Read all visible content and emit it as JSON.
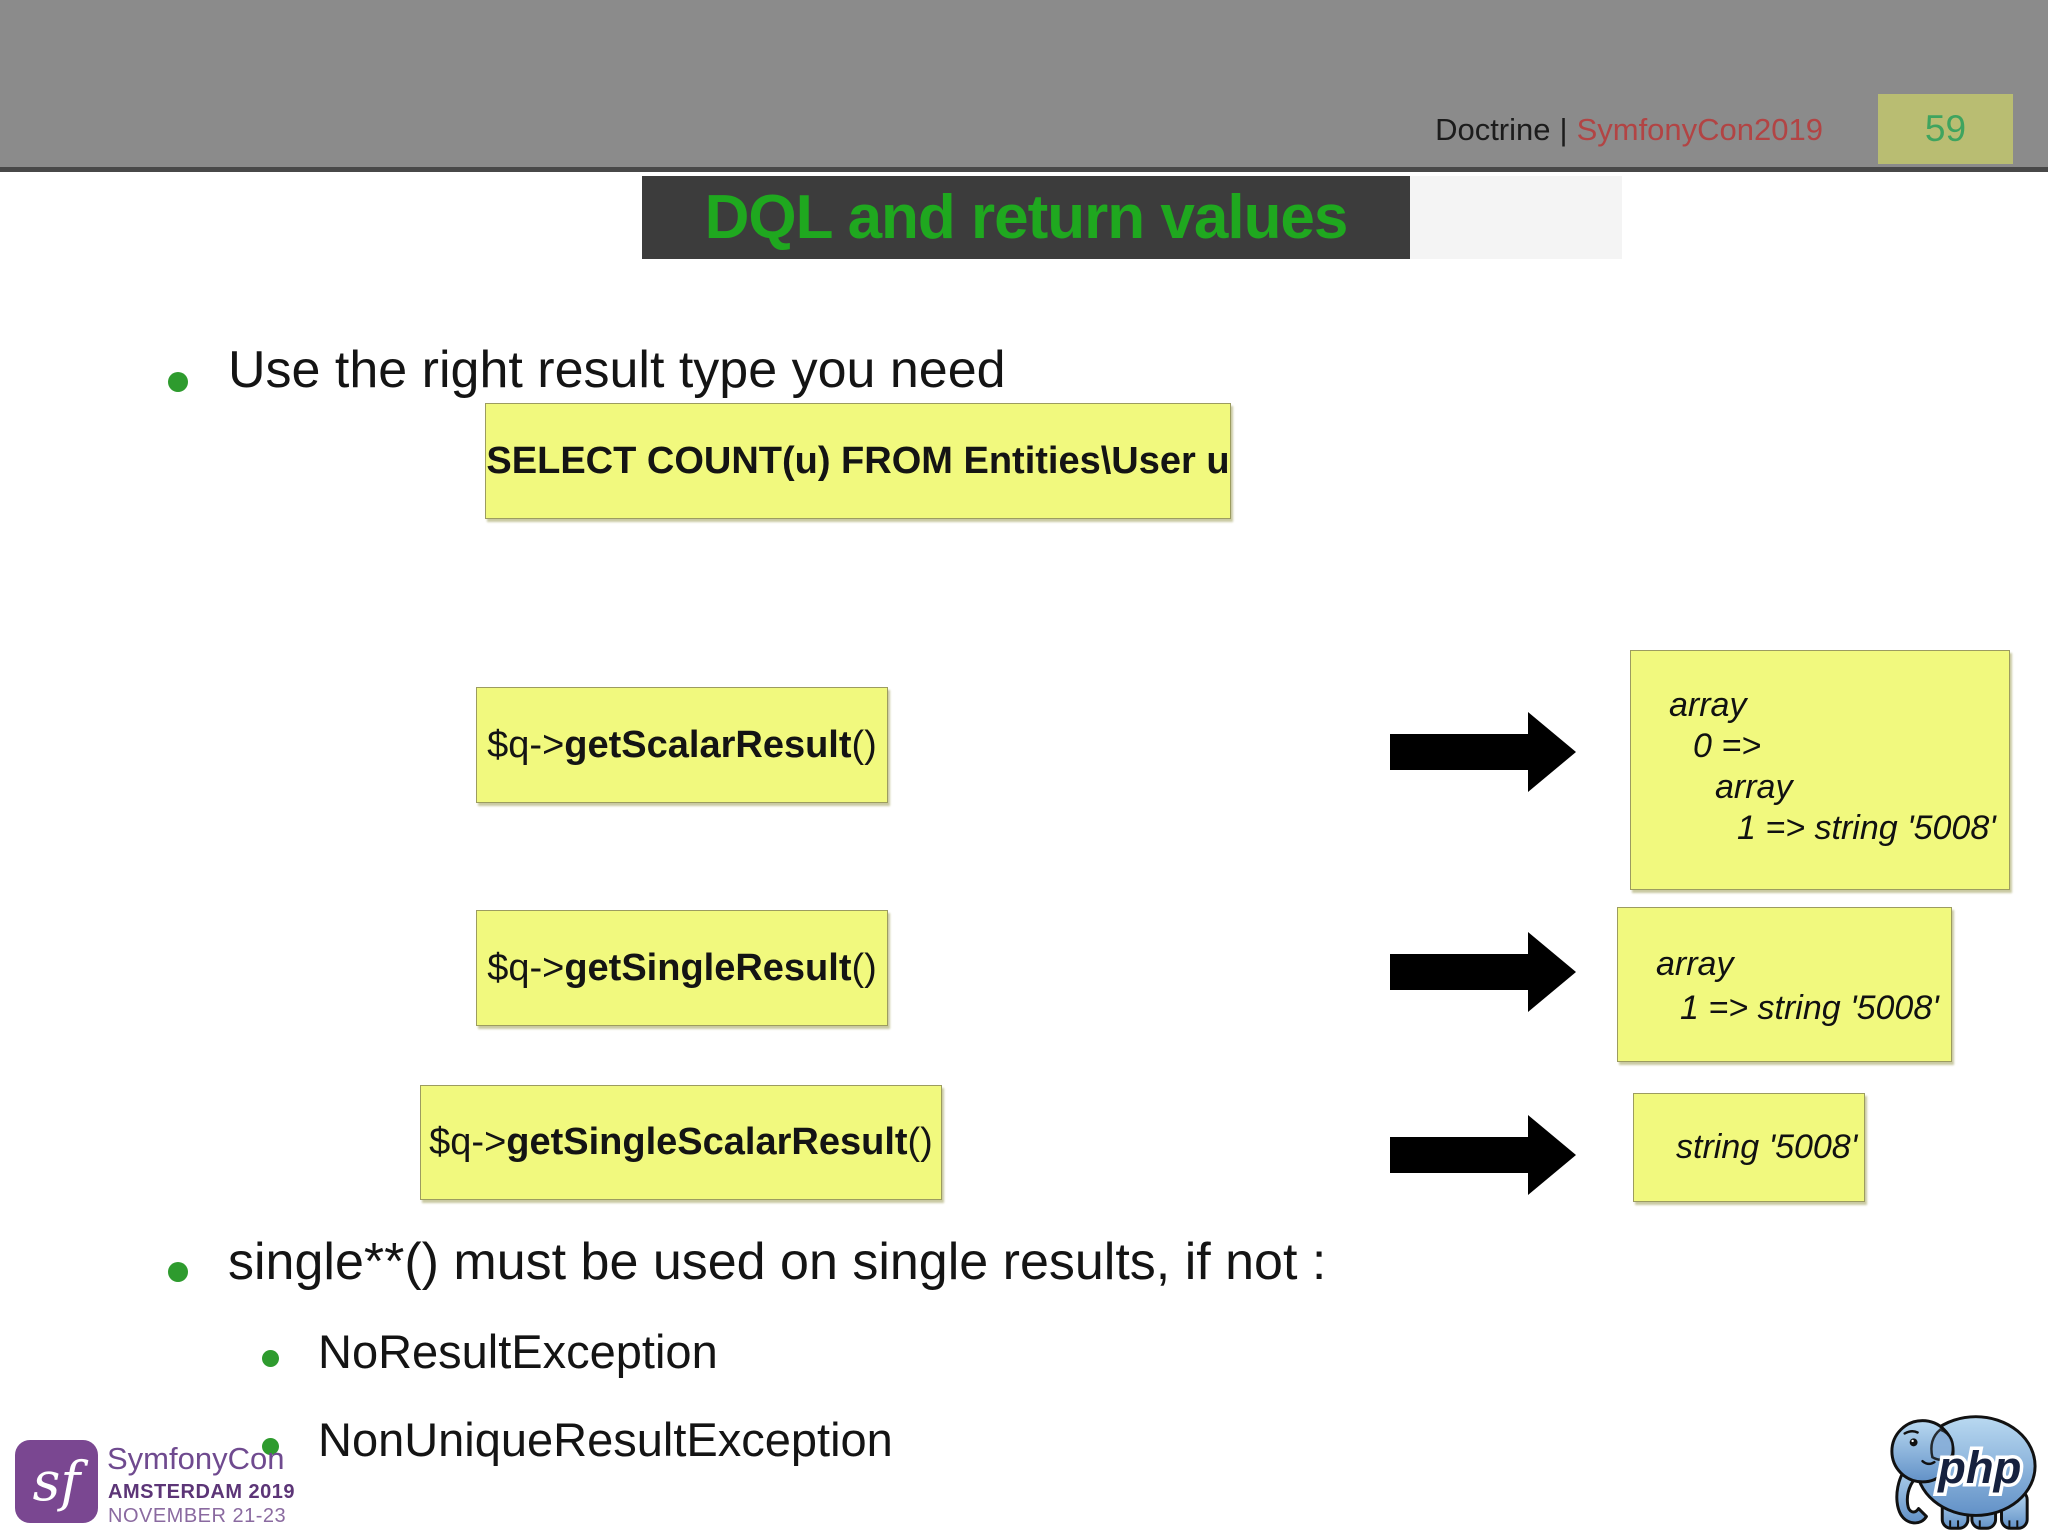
{
  "header": {
    "app": "Doctrine",
    "separator": "|",
    "conference": "SymfonyCon2019",
    "page_number": "59"
  },
  "title": "DQL and return values",
  "content": {
    "bullet_1": "Use the right result type you need",
    "bullet_2": "single**() must be used on single results, if not :",
    "sub_bullets": [
      "NoResultException",
      "NonUniqueResultException"
    ],
    "query": "SELECT COUNT(u) FROM Entities\\User u"
  },
  "rows": [
    {
      "prefix": "$q->",
      "method": "getScalarResult",
      "suffix": "()",
      "result_lines": [
        "array",
        "0 =>",
        "array",
        "1 => string '5008'"
      ]
    },
    {
      "prefix": "$q->",
      "method": "getSingleResult",
      "suffix": "()",
      "result_lines": [
        "array",
        "1 => string '5008'"
      ]
    },
    {
      "prefix": "$q->",
      "method": "getSingleScalarResult",
      "suffix": "()",
      "result_lines": [
        "string '5008'"
      ]
    }
  ],
  "footer": {
    "sf_monogram": "sf",
    "conference_name": "SymfonyCon",
    "conference_location": "AMSTERDAM 2019",
    "conference_dates": "NOVEMBER 21-23",
    "php_logo_label": "php"
  },
  "colors": {
    "header_gray": "#8b8b8b",
    "title_background": "#3c3c3c",
    "title_green": "#1fa81f",
    "conference_red": "#b24444",
    "page_badge_background": "#b9bd72",
    "page_badge_green": "#3fa45f",
    "code_box_yellow": "#f1f97e",
    "bullet_green": "#2e9b2e",
    "symfony_purple": "#7a4791"
  }
}
